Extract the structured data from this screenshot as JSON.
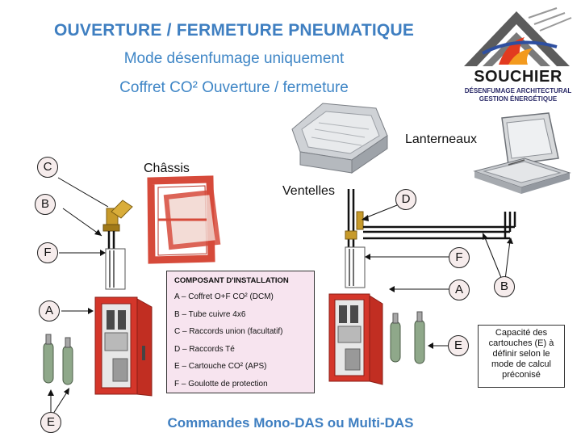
{
  "header": {
    "title": "OUVERTURE / FERMETURE PNEUMATIQUE",
    "subtitle1": "Mode désenfumage uniquement",
    "subtitle2": "Coffret CO² Ouverture / fermeture"
  },
  "logo": {
    "name": "SOUCHIER",
    "tagline1": "DÉSENFUMAGE ARCHITECTURAL",
    "tagline2": "GESTION ÉNERGÉTIQUE"
  },
  "labels": {
    "chassis": "Châssis",
    "ventelles": "Ventelles",
    "lanterneaux": "Lanterneaux"
  },
  "markers": {
    "left_c": "C",
    "left_b": "B",
    "left_f": "F",
    "left_a": "A",
    "left_e": "E",
    "right_d": "D",
    "right_f": "F",
    "right_a": "A",
    "right_b": "B",
    "right_e": "E"
  },
  "legend": {
    "title": "COMPOSANT D'INSTALLATION",
    "items": [
      "A – Coffret O+F CO² (DCM)",
      "B – Tube cuivre 4x6",
      "C – Raccords union (facultatif)",
      "D – Raccords Té",
      "E – Cartouche CO² (APS)",
      "F – Goulotte de protection"
    ]
  },
  "note": {
    "line1": "Capacité des",
    "line2": "cartouches (E) à",
    "line3": "définir selon le",
    "line4": "mode de calcul",
    "line5": "préconisé"
  },
  "footer": {
    "text": "Commandes Mono-DAS ou Multi-DAS"
  },
  "colors": {
    "title_blue": "#3f7fc1",
    "cabinet_red": "#d4362a",
    "frame_red": "#d64a3a",
    "cylinder_green": "#8fa88a",
    "legend_bg": "#f7e4ef"
  }
}
